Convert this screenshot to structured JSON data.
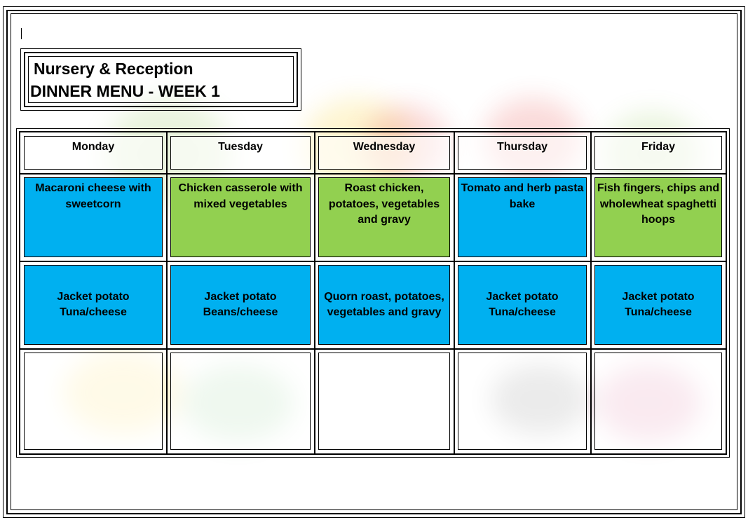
{
  "title": {
    "line1": "Nursery & Reception",
    "line2": "DINNER MENU - WEEK 1"
  },
  "colors": {
    "blue": "#00b0f0",
    "green": "#92d050",
    "header": "#ffffff",
    "empty": "#ffffff"
  },
  "days": [
    "Monday",
    "Tuesday",
    "Wednesday",
    "Thursday",
    "Friday"
  ],
  "main_meals": [
    {
      "text": "Macaroni cheese with sweetcorn",
      "color": "blue"
    },
    {
      "text": "Chicken casserole with mixed vegetables",
      "color": "green"
    },
    {
      "text": "Roast chicken, potatoes, vegetables and gravy",
      "color": "green"
    },
    {
      "text": "Tomato and herb pasta bake",
      "color": "blue"
    },
    {
      "text": "Fish fingers, chips and wholewheat spaghetti hoops",
      "color": "green"
    }
  ],
  "alternatives": [
    {
      "text": "Jacket potato\nTuna/cheese",
      "color": "blue"
    },
    {
      "text": "Jacket potato\nBeans/cheese",
      "color": "blue"
    },
    {
      "text": "Quorn roast, potatoes, vegetables and gravy",
      "color": "blue"
    },
    {
      "text": "Jacket potato\nTuna/cheese",
      "color": "blue"
    },
    {
      "text": "Jacket potato\nTuna/cheese",
      "color": "blue"
    }
  ]
}
